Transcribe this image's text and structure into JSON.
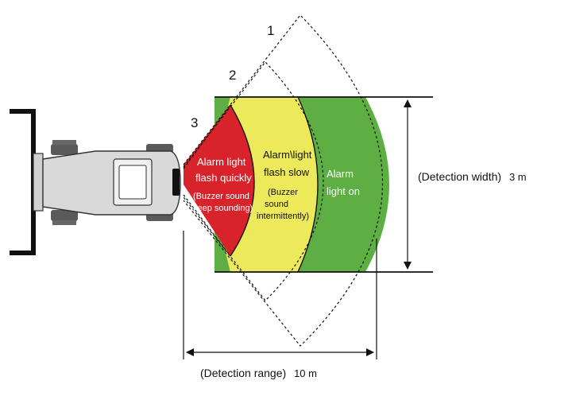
{
  "zones": {
    "zone_1": {
      "number": "1"
    },
    "zone_2": {
      "number": "2"
    },
    "zone_3": {
      "number": "3"
    }
  },
  "red_zone": {
    "line1": "Alarm light",
    "line2": "flash quickly",
    "line3": "(Buzzer sound",
    "line4": "keep sounding)"
  },
  "yellow_zone": {
    "line1": "Alarm\\light",
    "line2": "flash slow",
    "line3": "(Buzzer",
    "line4": "sound",
    "line5": "intermittently)"
  },
  "green_zone": {
    "line1": "Alarm",
    "line2": "light on"
  },
  "detection_width": {
    "label": "(Detection width)",
    "value": "3 m"
  },
  "detection_range": {
    "label": "(Detection range)",
    "value": "10 m"
  },
  "colors": {
    "red": "#d9232b",
    "yellow": "#ecea5b",
    "green": "#5daf43",
    "vehicle_body": "#d9d9d9",
    "tires": "#5a5a5a"
  }
}
